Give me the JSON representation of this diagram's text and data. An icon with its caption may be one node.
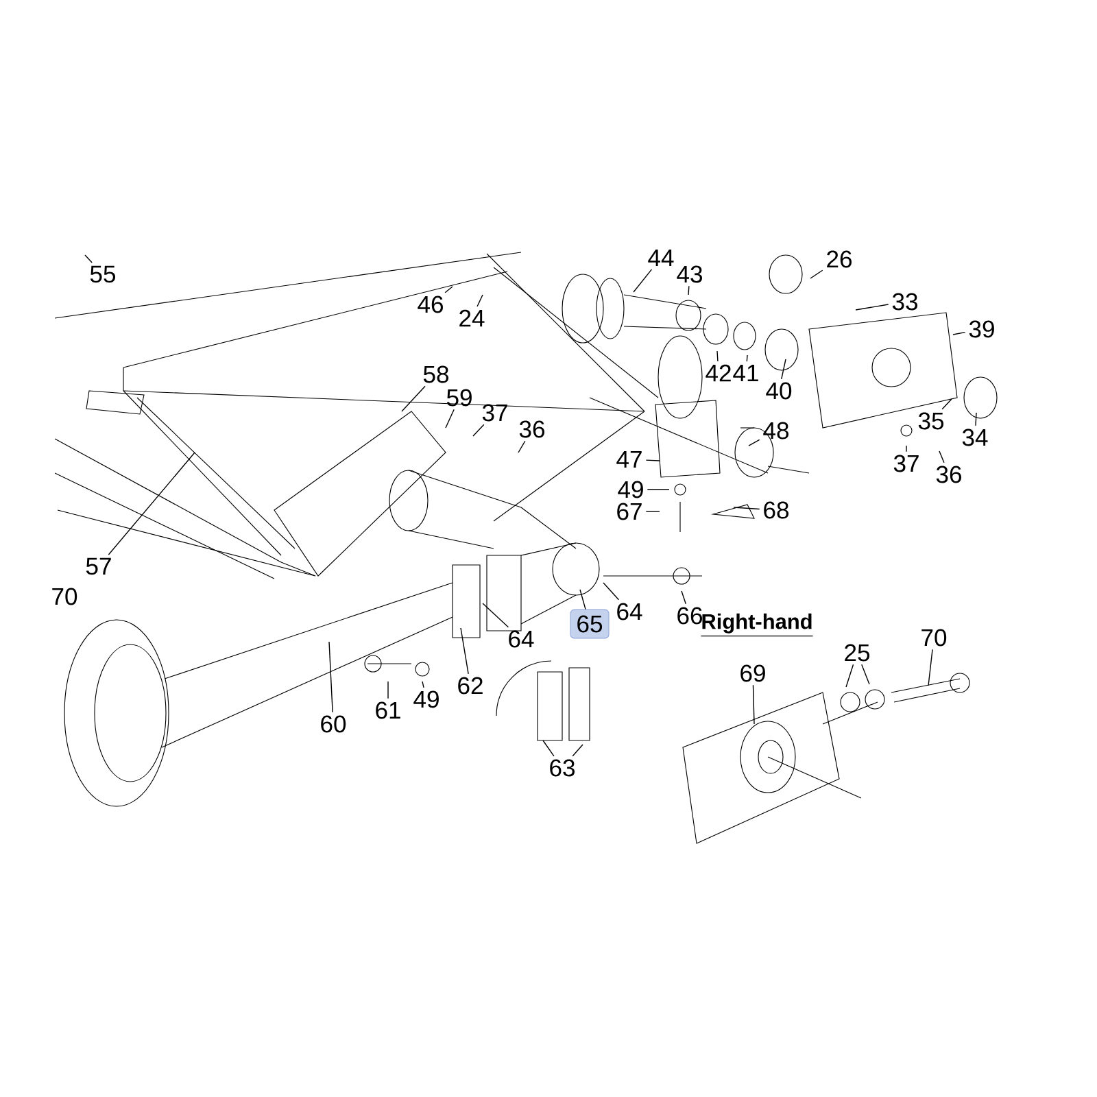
{
  "diagram": {
    "nodes": [
      {
        "text": [
          "55"
        ]
      },
      {
        "text": [
          "44"
        ]
      },
      {
        "text": [
          "26"
        ]
      },
      {
        "text": [
          "46"
        ]
      },
      {
        "text": [
          "24"
        ]
      },
      {
        "text": [
          "43"
        ]
      },
      {
        "text": [
          "33"
        ]
      },
      {
        "text": [
          "39"
        ]
      },
      {
        "text": [
          "42"
        ]
      },
      {
        "text": [
          "41"
        ]
      },
      {
        "text": [
          "40"
        ]
      },
      {
        "text": [
          "58"
        ]
      },
      {
        "text": [
          "59"
        ]
      },
      {
        "text": [
          "37"
        ]
      },
      {
        "text": [
          "36"
        ]
      },
      {
        "text": [
          "35"
        ]
      },
      {
        "text": [
          "48"
        ]
      },
      {
        "text": [
          "34"
        ]
      },
      {
        "text": [
          "47"
        ]
      },
      {
        "text": [
          "37"
        ]
      },
      {
        "text": [
          "36"
        ]
      },
      {
        "text": [
          "49"
        ]
      },
      {
        "text": [
          "67"
        ]
      },
      {
        "text": [
          "68"
        ]
      },
      {
        "text": [
          "57"
        ]
      },
      {
        "text": [
          "64"
        ]
      },
      {
        "text": [
          "66"
        ]
      },
      {
        "text": [
          "65"
        ]
      },
      {
        "text": [
          "64"
        ]
      },
      {
        "text": [
          "25"
        ]
      },
      {
        "text": [
          "70"
        ]
      },
      {
        "text": [
          "69"
        ]
      },
      {
        "text": [
          "62"
        ]
      },
      {
        "text": [
          "49"
        ]
      },
      {
        "text": [
          "61"
        ]
      },
      {
        "text": [
          "60"
        ]
      },
      {
        "text": [
          "63"
        ]
      }
    ],
    "edges": [
      {
        "from": 0,
        "to": null,
        "arrow": "none"
      },
      {
        "from": 1,
        "to": null,
        "arrow": "none"
      },
      {
        "from": 2,
        "to": null,
        "arrow": "none"
      },
      {
        "from": 3,
        "to": null,
        "arrow": "none"
      },
      {
        "from": 4,
        "to": null,
        "arrow": "none"
      },
      {
        "from": 5,
        "to": null,
        "arrow": "none"
      },
      {
        "from": 6,
        "to": null,
        "arrow": "none"
      },
      {
        "from": 7,
        "to": null,
        "arrow": "none"
      },
      {
        "from": 8,
        "to": null,
        "arrow": "none"
      },
      {
        "from": 9,
        "to": null,
        "arrow": "none"
      },
      {
        "from": 10,
        "to": null,
        "arrow": "none"
      },
      {
        "from": 11,
        "to": null,
        "arrow": "none"
      },
      {
        "from": 12,
        "to": null,
        "arrow": "none"
      },
      {
        "from": 13,
        "to": null,
        "arrow": "none"
      },
      {
        "from": 14,
        "to": null,
        "arrow": "none"
      },
      {
        "from": 15,
        "to": null,
        "arrow": "none"
      },
      {
        "from": 16,
        "to": null,
        "arrow": "none"
      },
      {
        "from": 17,
        "to": null,
        "arrow": "none"
      },
      {
        "from": 18,
        "to": null,
        "arrow": "none"
      },
      {
        "from": 19,
        "to": null,
        "arrow": "none"
      },
      {
        "from": 20,
        "to": null,
        "arrow": "none"
      },
      {
        "from": 21,
        "to": null,
        "arrow": "none"
      },
      {
        "from": 22,
        "to": null,
        "arrow": "none"
      },
      {
        "from": 23,
        "to": null,
        "arrow": "none"
      },
      {
        "from": 24,
        "to": null,
        "arrow": "none"
      },
      {
        "from": 25,
        "to": null,
        "arrow": "none"
      },
      {
        "from": 26,
        "to": null,
        "arrow": "none"
      },
      {
        "from": 27,
        "to": null,
        "arrow": "none"
      },
      {
        "from": 28,
        "to": null,
        "arrow": "none"
      },
      {
        "from": 29,
        "to": null,
        "arrow": "none"
      },
      {
        "from": 29,
        "to": null,
        "arrow": "none"
      },
      {
        "from": 30,
        "to": null,
        "arrow": "none"
      },
      {
        "from": 31,
        "to": null,
        "arrow": "none"
      },
      {
        "from": 32,
        "to": null,
        "arrow": "none"
      },
      {
        "from": 33,
        "to": null,
        "arrow": "none"
      },
      {
        "from": 34,
        "to": null,
        "arrow": "none"
      },
      {
        "from": 35,
        "to": null,
        "arrow": "none"
      },
      {
        "from": 36,
        "to": null,
        "arrow": "none"
      },
      {
        "from": 36,
        "to": null,
        "arrow": "none"
      }
    ],
    "labels": [
      "70",
      "Right-hand"
    ]
  }
}
